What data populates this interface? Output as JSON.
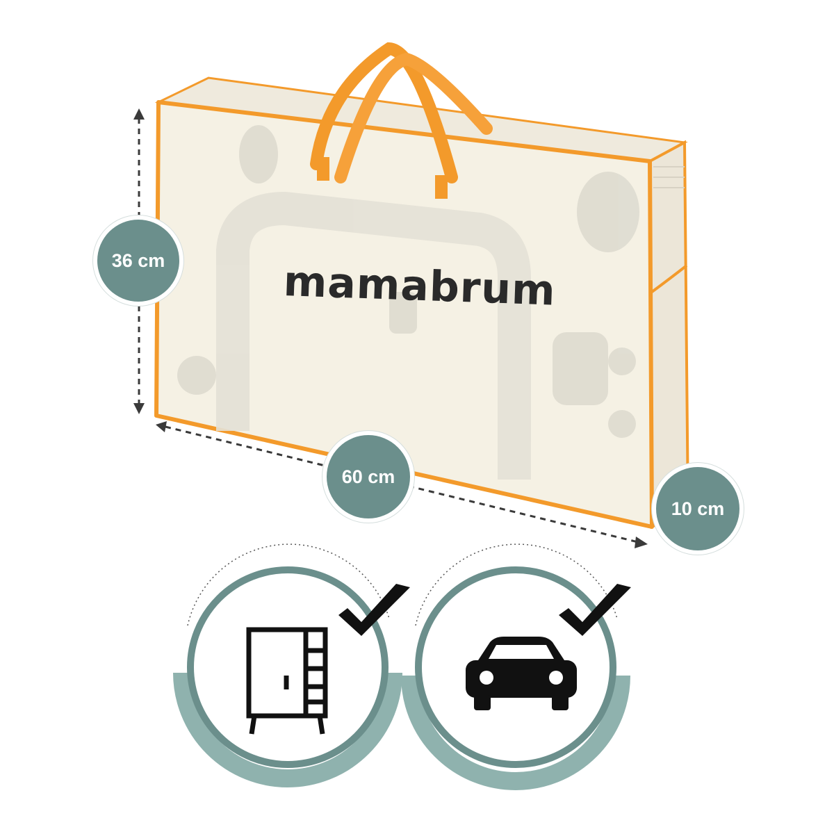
{
  "product": {
    "brand": "mamabrum",
    "accent_color": "#f39a2b",
    "badge_color": "#6b8f8c"
  },
  "dimensions": {
    "height": "36 cm",
    "width": "60 cm",
    "depth": "10 cm"
  },
  "features": [
    {
      "icon": "wardrobe-icon",
      "checked": true
    },
    {
      "icon": "car-icon",
      "checked": true
    }
  ]
}
